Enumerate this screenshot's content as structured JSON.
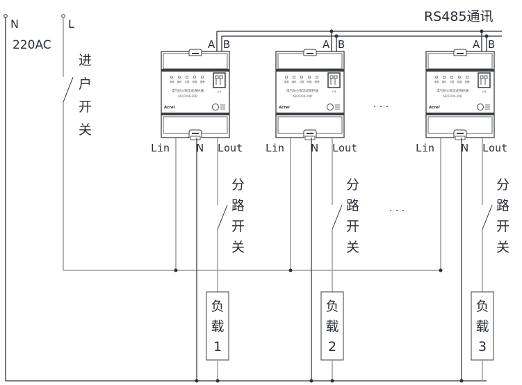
{
  "supply": {
    "n_label": "N",
    "l_label": "L",
    "voltage_label": "220AC",
    "main_switch_label": [
      "进",
      "户",
      "开",
      "关"
    ]
  },
  "bus": {
    "label": "RS485通讯",
    "a_label": "A",
    "b_label": "B"
  },
  "devices": [
    {
      "id": 1,
      "terminal_a": "A",
      "terminal_b": "B",
      "led_labels": [
        "电源",
        "通讯",
        "过载",
        "短路",
        "报警"
      ],
      "product_name": "电气防火限流式保护器",
      "model": "ASCP200-20D",
      "brand": "Acrel",
      "terminal_ab_small": "A  B",
      "lin_label": "Lin",
      "n_label": "N",
      "lout_label": "Lout",
      "branch_switch_label": [
        "分",
        "路",
        "开",
        "关"
      ],
      "load_label": [
        "负",
        "载",
        "1"
      ]
    },
    {
      "id": 2,
      "terminal_a": "A",
      "terminal_b": "B",
      "led_labels": [
        "电源",
        "通讯",
        "过载",
        "短路",
        "报警"
      ],
      "product_name": "电气防火限流式保护器",
      "model": "ASCP200-20D",
      "brand": "Acrel",
      "terminal_ab_small": "A  B",
      "lin_label": "Lin",
      "n_label": "N",
      "lout_label": "Lout",
      "branch_switch_label": [
        "分",
        "路",
        "开",
        "关"
      ],
      "load_label": [
        "负",
        "载",
        "2"
      ]
    },
    {
      "id": 3,
      "terminal_a": "A",
      "terminal_b": "B",
      "led_labels": [
        "电源",
        "通讯",
        "过载",
        "短路",
        "报警"
      ],
      "product_name": "电气防火限流式保护器",
      "model": "ASCP200-20D",
      "brand": "Acrel",
      "terminal_ab_small": "A  B",
      "lin_label": "Lin",
      "n_label": "N",
      "lout_label": "Lout",
      "branch_switch_label": [
        "分",
        "路",
        "开",
        "关"
      ],
      "load_label": [
        "负",
        "载",
        "3"
      ]
    }
  ],
  "ellipsis": {
    "devices": "· · ·",
    "switches": "· · ·"
  },
  "colors": {
    "wire_dark": "#2a2f38",
    "wire_gray": "#9a9ca0",
    "device_outline": "#3a3d42"
  }
}
